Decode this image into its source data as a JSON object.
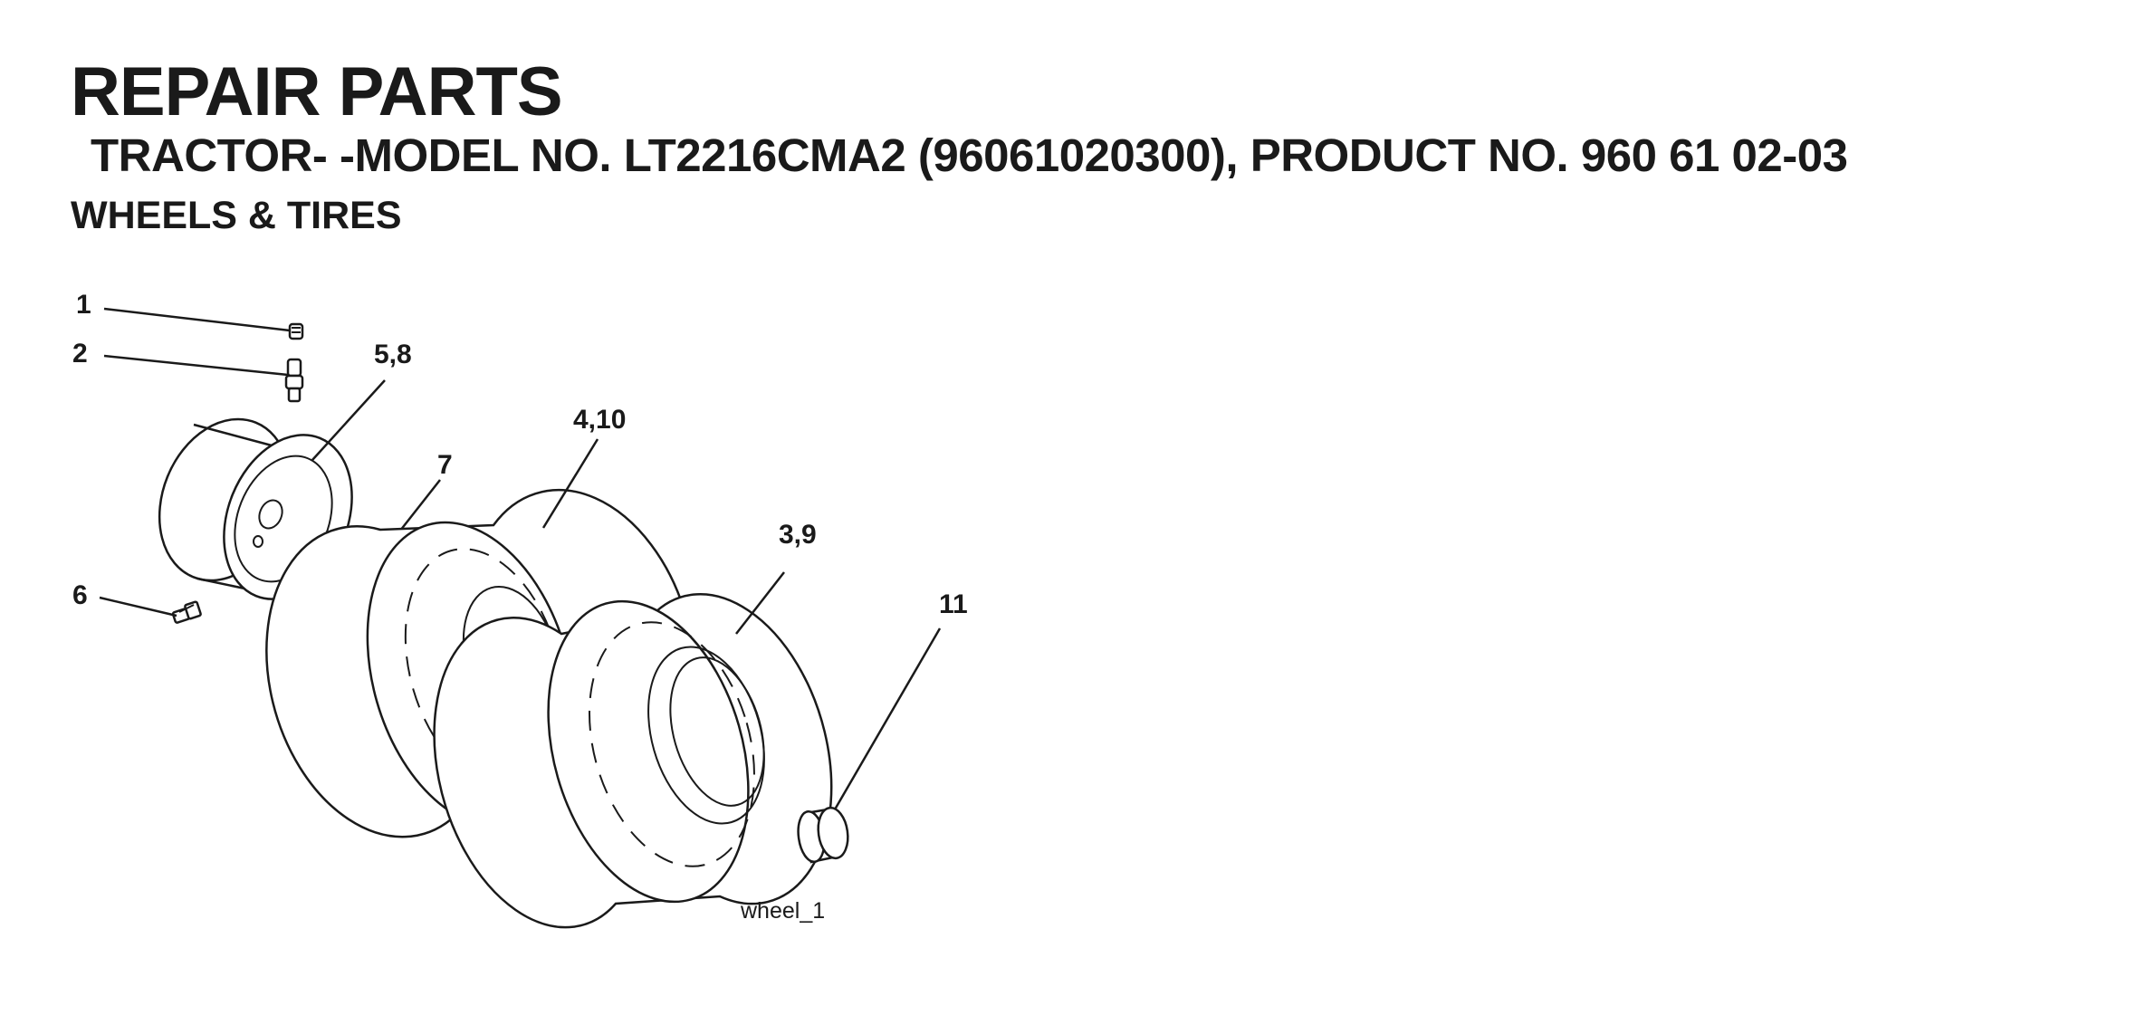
{
  "header": {
    "title": "REPAIR PARTS",
    "model_line": "TRACTOR- -MODEL NO. LT2216CMA2 (96061020300), PRODUCT NO. 960 61 02-03",
    "section": "WHEELS & TIRES"
  },
  "diagram": {
    "callouts": [
      "1",
      "2",
      "5,8",
      "4,10",
      "7",
      "3,9",
      "6",
      "11"
    ],
    "caption": "wheel_1"
  }
}
